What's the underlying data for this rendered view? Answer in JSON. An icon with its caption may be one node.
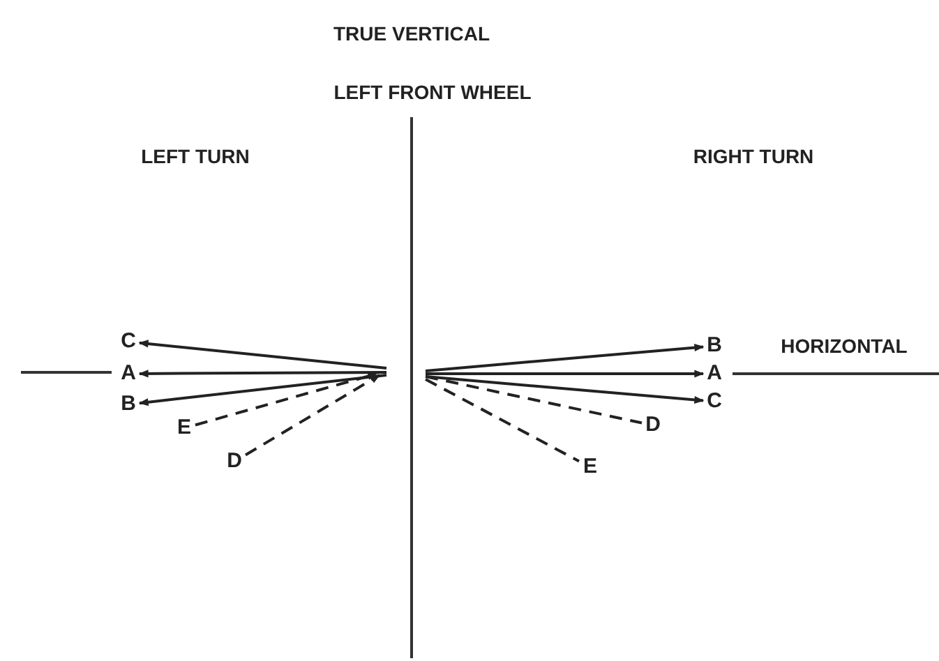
{
  "diagram": {
    "nodes": [
      {
        "text": [
          "C"
        ]
      },
      {
        "text": [
          "A"
        ]
      },
      {
        "text": [
          "B"
        ]
      },
      {
        "text": [
          "E"
        ]
      },
      {
        "text": [
          "D"
        ]
      },
      {
        "text": [
          "B"
        ]
      },
      {
        "text": [
          "A"
        ]
      },
      {
        "text": [
          "C"
        ]
      },
      {
        "text": [
          "D"
        ]
      },
      {
        "text": [
          "E"
        ]
      }
    ],
    "edges": [
      {
        "from": null,
        "to": 0,
        "arrow": "to"
      },
      {
        "from": null,
        "to": 1,
        "arrow": "to"
      },
      {
        "from": null,
        "to": 2,
        "arrow": "to"
      },
      {
        "from": 3,
        "to": null,
        "arrow": "to",
        "style": "dashed"
      },
      {
        "from": 4,
        "to": null,
        "arrow": "to",
        "style": "dashed"
      },
      {
        "from": null,
        "to": 5,
        "arrow": "to"
      },
      {
        "from": null,
        "to": 6,
        "arrow": "to"
      },
      {
        "from": null,
        "to": 7,
        "arrow": "to"
      },
      {
        "from": null,
        "to": 8,
        "arrow": "none",
        "style": "dashed"
      },
      {
        "from": null,
        "to": 9,
        "arrow": "none",
        "style": "dashed"
      }
    ],
    "labels": [
      "TRUE VERTICAL",
      "LEFT FRONT WHEEL",
      "LEFT TURN",
      "RIGHT TURN",
      "HORIZONTAL"
    ]
  }
}
